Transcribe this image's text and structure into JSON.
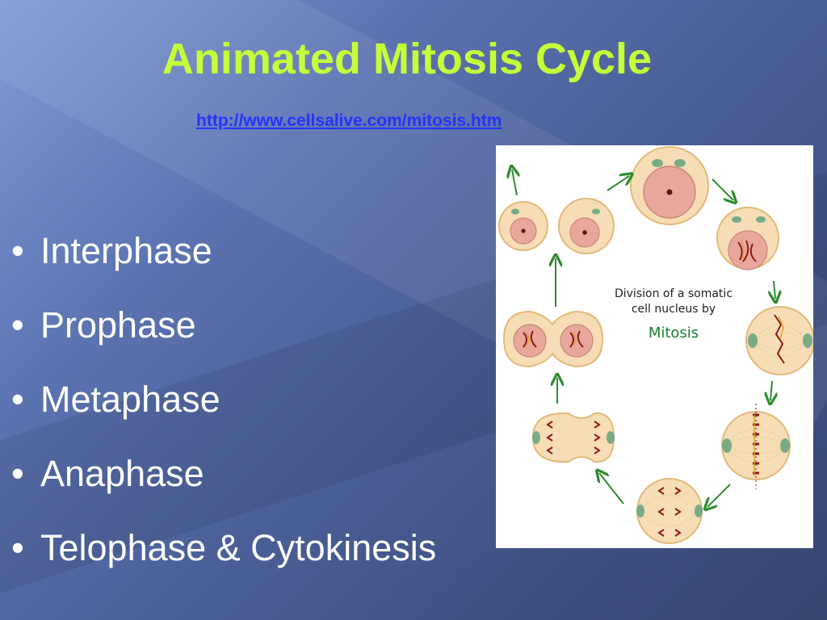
{
  "slide": {
    "title": "Animated Mitosis Cycle",
    "link": "http://www.cellsalive.com/mitosis.htm",
    "bullets": [
      "Interphase",
      "Prophase",
      "Metaphase",
      "Anaphase",
      "Telophase & Cytokinesis"
    ],
    "bullet_marker": "•"
  },
  "figure": {
    "caption_line1": "Division of a somatic",
    "caption_line2": "cell nucleus by",
    "caption_line3": "Mitosis"
  },
  "colors": {
    "title": "#c6ff3a",
    "link": "#2433ff",
    "bullet_text": "#ffffff",
    "mitosis_label": "#1a7d2e",
    "arrow": "#2e8b2e",
    "cell_fill": "#f6ddb5",
    "cell_outline": "#e3b97a",
    "nucleus_fill": "#e9a79c",
    "chromosome": "#8b1a1a",
    "centrosome": "#5aa07a"
  }
}
